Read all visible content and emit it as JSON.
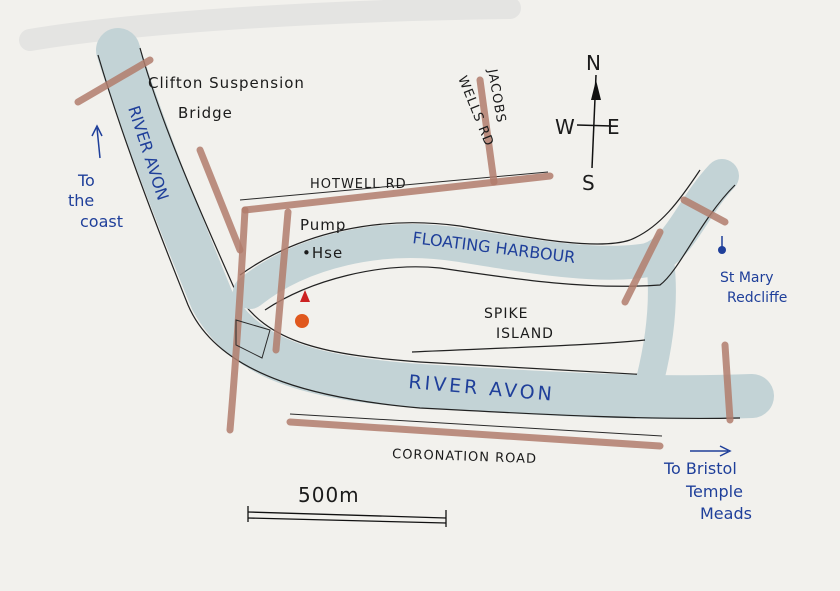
{
  "map": {
    "labels": {
      "clifton_bridge_line1": "Clifton Suspension",
      "clifton_bridge_line2": "Bridge",
      "river_avon_vertical": "RIVER AVON",
      "to_coast_line1": "To",
      "to_coast_line2": "the",
      "to_coast_line3": "coast",
      "hotwell_rd": "HOTWELL RD",
      "jacobs": "JACOBS",
      "wells_rd": "WELLS RD",
      "pump_line1": "Pump",
      "pump_line2": "•Hse",
      "floating_harbour": "FLOATING HARBOUR",
      "st_mary_line1": "St Mary",
      "st_mary_line2": "Redcliffe",
      "spike_line1": "SPIKE",
      "spike_line2": "ISLAND",
      "river_avon": "RIVER AVON",
      "coronation_road": "CORONATION ROAD",
      "temple_line1": "To Bristol",
      "temple_line2": "Temple",
      "temple_line3": "Meads"
    },
    "compass": {
      "n": "N",
      "s": "S",
      "e": "E",
      "w": "W"
    },
    "scale_bar": {
      "label": "500m"
    },
    "colors": {
      "water": "#c3d3d6",
      "road": "#b27c6c",
      "blue_ink": "#1f3f9a",
      "marker": "#e0581e"
    }
  }
}
